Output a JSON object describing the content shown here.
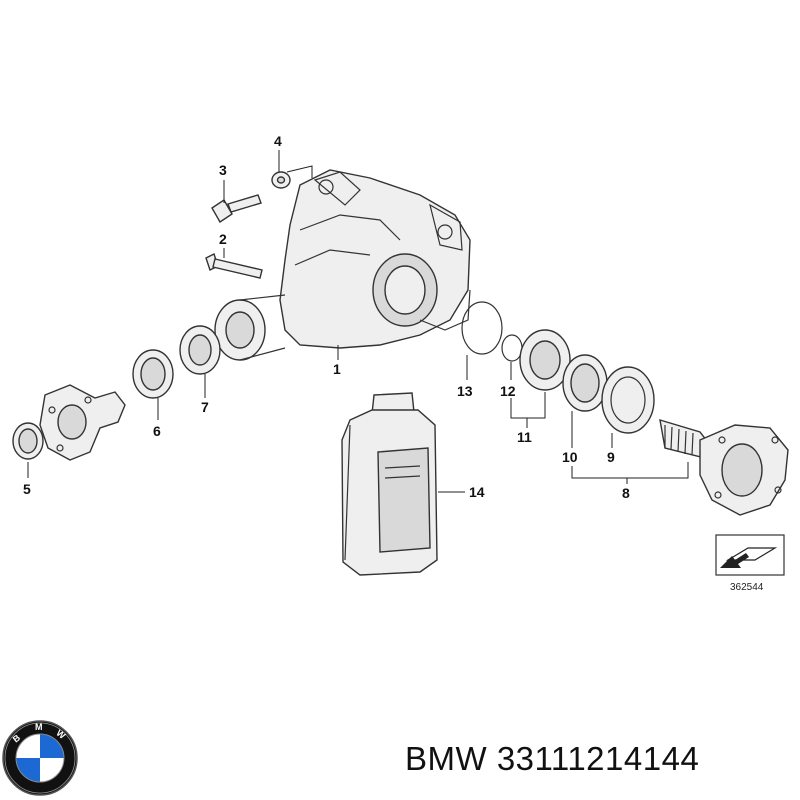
{
  "diagram": {
    "callouts": {
      "c1": "1",
      "c2": "2",
      "c3": "3",
      "c4": "4",
      "c5": "5",
      "c6": "6",
      "c7": "7",
      "c8": "8",
      "c9": "9",
      "c10": "10",
      "c11": "11",
      "c12": "12",
      "c13": "13",
      "c14": "14"
    },
    "reference_code": "362544"
  },
  "brand": {
    "logo_letters": "BMW",
    "label": "BMW 33111214144"
  },
  "colors": {
    "logo_blue": "#1c69d4",
    "logo_ring": "#111111"
  }
}
